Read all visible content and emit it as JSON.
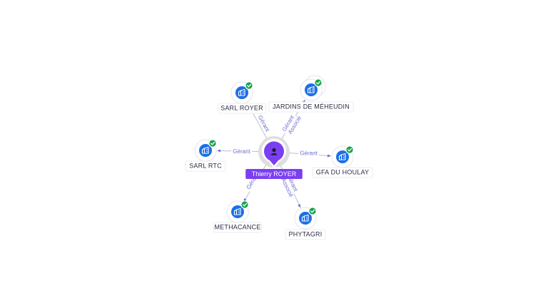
{
  "center": {
    "name": "Thierry ROYER",
    "icon": "person-icon",
    "color": "#7b3ff2"
  },
  "companies": [
    {
      "id": "sarl-royer",
      "name": "SARL ROYER",
      "stacked": false,
      "verified": true,
      "relations": [
        "Gérant"
      ]
    },
    {
      "id": "jardins-de-meheudin",
      "name": "JARDINS DE MÉHEUDIN",
      "stacked": true,
      "verified": true,
      "relations": [
        "Gérant",
        "Associé"
      ]
    },
    {
      "id": "sarl-rtc",
      "name": "SARL RTC",
      "stacked": false,
      "verified": true,
      "relations": [
        "Gérant"
      ]
    },
    {
      "id": "gfa-du-houlay",
      "name": "GFA DU HOULAY",
      "stacked": false,
      "verified": true,
      "relations": [
        "Gérant"
      ]
    },
    {
      "id": "methacance",
      "name": "METHACANCE",
      "stacked": false,
      "verified": true,
      "relations": [
        "Gérant"
      ]
    },
    {
      "id": "phytagri",
      "name": "PHYTAGRI",
      "stacked": false,
      "verified": true,
      "relations": [
        "Gérant",
        "Associé"
      ]
    }
  ],
  "icons": {
    "company": "building-icon",
    "verified": "check-badge-icon"
  },
  "colors": {
    "company_node": "#1c6fe8",
    "verified_badge": "#1aa34a",
    "relation_text": "#6b6fd0",
    "edge": "#b9bdd6"
  }
}
